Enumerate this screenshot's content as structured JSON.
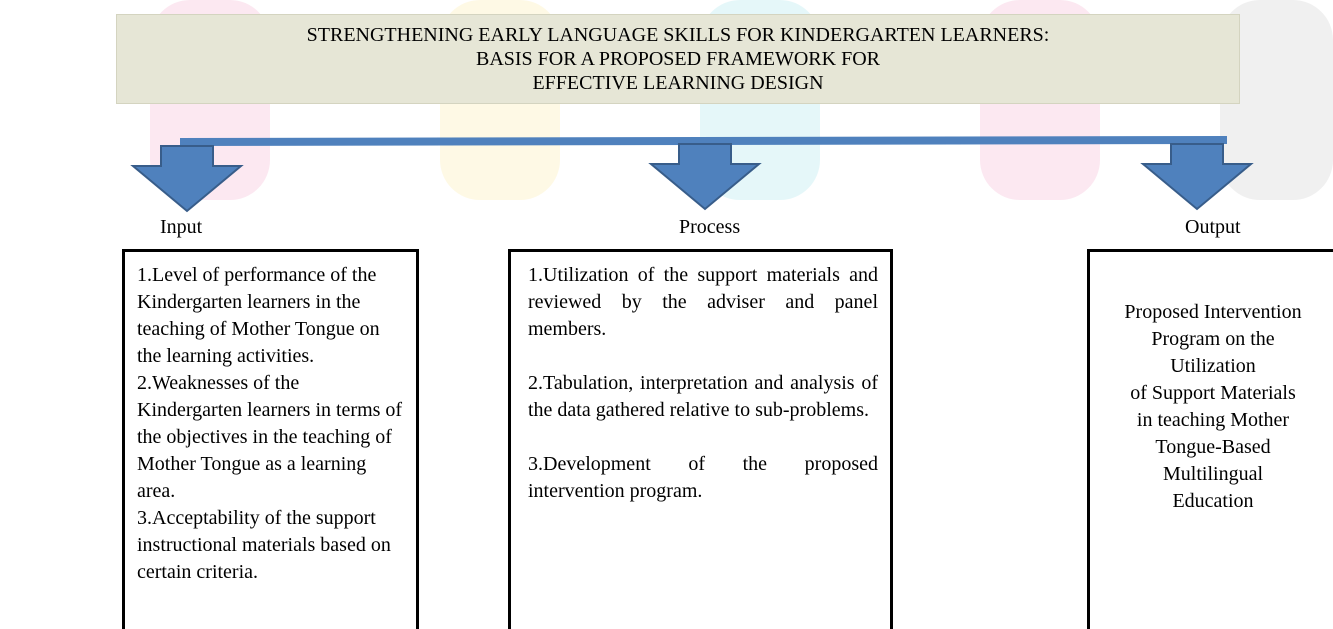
{
  "diagram": {
    "title_lines": [
      "STRENGTHENING EARLY LANGUAGE SKILLS FOR KINDERGARTEN LEARNERS:",
      "BASIS  FOR A PROPOSED FRAMEWORK FOR",
      "EFFECTIVE LEARNING DESIGN"
    ],
    "stages": {
      "input": {
        "label": "Input",
        "items": [
          "1.Level of performance of the Kindergarten learners in the teaching of Mother Tongue on the learning activities.",
          "2.Weaknesses of the Kindergarten learners in terms of the objectives in the teaching of Mother Tongue as a learning area.",
          "3.Acceptability of the support instructional materials based on certain criteria."
        ]
      },
      "process": {
        "label": "Process",
        "items": [
          "1.Utilization of the support materials and reviewed by the adviser and panel members.",
          "2.Tabulation, interpretation and analysis of the data gathered relative to sub-problems.",
          "3.Development of the proposed intervention program."
        ]
      },
      "output": {
        "label": "Output",
        "lines": [
          "Proposed Intervention",
          "Program on the",
          "Utilization",
          "of Support Materials",
          "in teaching Mother",
          "Tongue-Based",
          "Multilingual",
          "Education"
        ]
      }
    },
    "colors": {
      "title_background": "#e6e6d6",
      "arrow_fill": "#4f81bd",
      "arrow_stroke": "#385d8a",
      "connector": "#4f81bd"
    }
  }
}
